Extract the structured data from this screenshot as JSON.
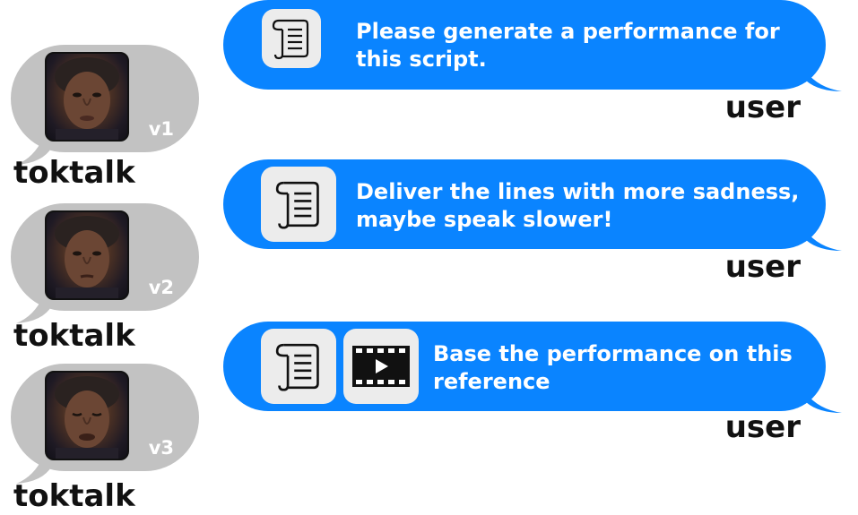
{
  "bots": [
    {
      "version": "v1",
      "name": "toktalk"
    },
    {
      "version": "v2",
      "name": "toktalk"
    },
    {
      "version": "v3",
      "name": "toktalk"
    }
  ],
  "messages": [
    {
      "text": "Please generate a performance for this script.",
      "sender": "user",
      "attachments": [
        "script-scroll-icon"
      ]
    },
    {
      "text": "Deliver the lines with more sadness, maybe speak slower!",
      "sender": "user",
      "attachments": [
        "script-scroll-icon"
      ]
    },
    {
      "text": "Base the performance on this reference",
      "sender": "user",
      "attachments": [
        "script-scroll-icon",
        "video-clip-icon"
      ]
    }
  ],
  "colors": {
    "user_bubble": "#0a84ff",
    "bot_bubble": "#c2c2c2",
    "tile": "#ececec"
  }
}
